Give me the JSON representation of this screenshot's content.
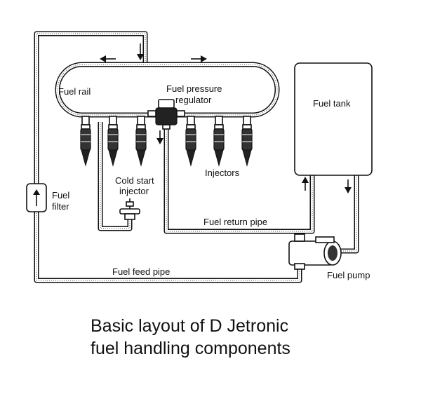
{
  "labels": {
    "fuel_rail": "Fuel rail",
    "fuel_pressure_regulator_line1": "Fuel pressure",
    "fuel_pressure_regulator_line2": "regulator",
    "fuel_tank": "Fuel tank",
    "injectors": "Injectors",
    "cold_start_injector_line1": "Cold start",
    "cold_start_injector_line2": "injector",
    "fuel_filter_line1": "Fuel",
    "fuel_filter_line2": "filter",
    "fuel_return_pipe": "Fuel return pipe",
    "fuel_feed_pipe": "Fuel feed pipe",
    "fuel_pump": "Fuel pump"
  },
  "caption": {
    "line1": "Basic layout of D Jetronic",
    "line2": "fuel handling components"
  },
  "colors": {
    "ink": "#111111",
    "paper": "#ffffff"
  }
}
